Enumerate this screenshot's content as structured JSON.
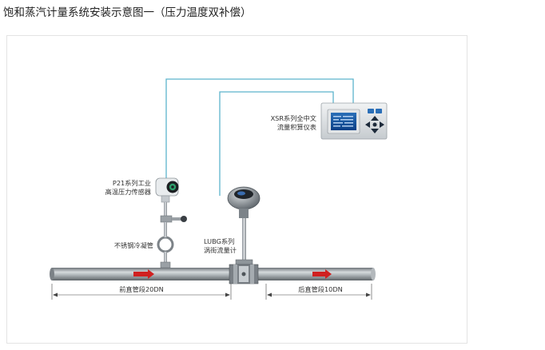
{
  "page": {
    "title": "饱和蒸汽计量系统安装示意图一（压力温度双补偿）"
  },
  "labels": {
    "display": [
      "XSR系列全中文",
      "流量积算仪表"
    ],
    "pressure": [
      "P21系列工业",
      "高温压力传感器"
    ],
    "condenser": "不锈钢冷凝管",
    "flowmeter": [
      "LUBG系列",
      "涡街流量计"
    ],
    "front_run": "前直管段20DN",
    "rear_run": "后直管段10DN"
  },
  "colors": {
    "wire": "#5cb4cc",
    "pipe": "#8e9499",
    "arrow": "#d02020"
  }
}
